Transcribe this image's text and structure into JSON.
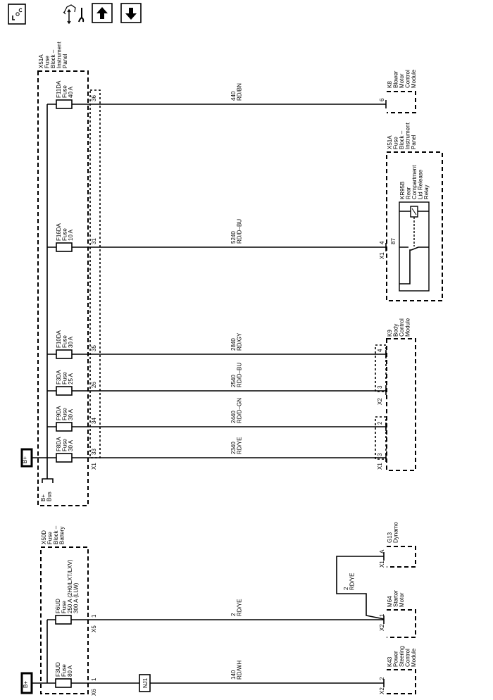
{
  "toolbar": {
    "loc_label": "LOC",
    "icons": [
      "location-icon",
      "service-info-icon",
      "previous-page-icon",
      "next-page-icon"
    ]
  },
  "fuse_block_ip": {
    "title": [
      "X51A",
      "Fuse",
      "Block –",
      "Instrument",
      "Panel"
    ],
    "connector": "X1",
    "bus": [
      "B+",
      "Bus"
    ],
    "power": "B+",
    "fuses": [
      {
        "label": [
          "F11DA",
          "Fuse",
          "40 A"
        ],
        "pin": "36",
        "wire": [
          "440",
          "RD/BN"
        ]
      },
      {
        "label": [
          "F16DA",
          "Fuse",
          "10 A"
        ],
        "pin": "31",
        "wire": [
          "5240",
          "RD/D–BU"
        ]
      },
      {
        "label": [
          "F10DA",
          "Fuse",
          "30 A"
        ],
        "pin": "35",
        "wire": [
          "2840",
          "RD/GY"
        ]
      },
      {
        "label": [
          "F3DA",
          "Fuse",
          "25 A"
        ],
        "pin": "26",
        "wire": [
          "2540",
          "RD/D–BU"
        ]
      },
      {
        "label": [
          "F9DA",
          "Fuse",
          "30 A"
        ],
        "pin": "34",
        "wire": [
          "2440",
          "RD/D–GN"
        ]
      },
      {
        "label": [
          "F8DA",
          "Fuse",
          "30 A"
        ],
        "pin": "33",
        "wire": [
          "2340",
          "RD/YE"
        ]
      }
    ]
  },
  "k8": {
    "title": [
      "K8",
      "Blower",
      "Motor",
      "Control",
      "Module"
    ],
    "pin": "6"
  },
  "relay_block": {
    "title": [
      "X51A",
      "Fuse",
      "Block –",
      "Instrument",
      "Panel"
    ],
    "relay": [
      "KR95B",
      "Rear",
      "Compartment",
      "Lid Release",
      "Relay"
    ],
    "connector": "X1",
    "pin": "4",
    "relay_pin": "87"
  },
  "k9": {
    "title": [
      "K9",
      "Body",
      "Control",
      "Module"
    ],
    "pins": [
      "4",
      "3",
      "2",
      "3"
    ],
    "connectors": [
      "X2",
      "X1"
    ]
  },
  "fuse_block_batt": {
    "title": [
      "X50D",
      "Fuse",
      "Block –",
      "Battery"
    ],
    "power": "B+",
    "fuses": [
      {
        "label": [
          "F6UD",
          "Fuse",
          "250 A  (2H0/LXT/LXV)",
          "300 A  (LLW)"
        ],
        "pin": "1",
        "connector": "X5",
        "wire": [
          "2",
          "RD/YE"
        ]
      },
      {
        "label": [
          "F3UD",
          "Fuse",
          "80 A"
        ],
        "pin": "1",
        "connector": "X6",
        "wire": [
          "140",
          "RD/WH"
        ]
      }
    ],
    "splice": "NJ1",
    "branch_wire": [
      "2",
      "RD/YE"
    ]
  },
  "g13": {
    "title": [
      "G13",
      "Dynamo"
    ],
    "connector": "X1",
    "pin": "A"
  },
  "m64": {
    "title": [
      "M64",
      "Starter",
      "Motor"
    ],
    "connector": "X2",
    "pin": "1"
  },
  "k43": {
    "title": [
      "K43",
      "Power",
      "Steering",
      "Control",
      "Module"
    ],
    "connector": "X2",
    "pin": "2"
  }
}
